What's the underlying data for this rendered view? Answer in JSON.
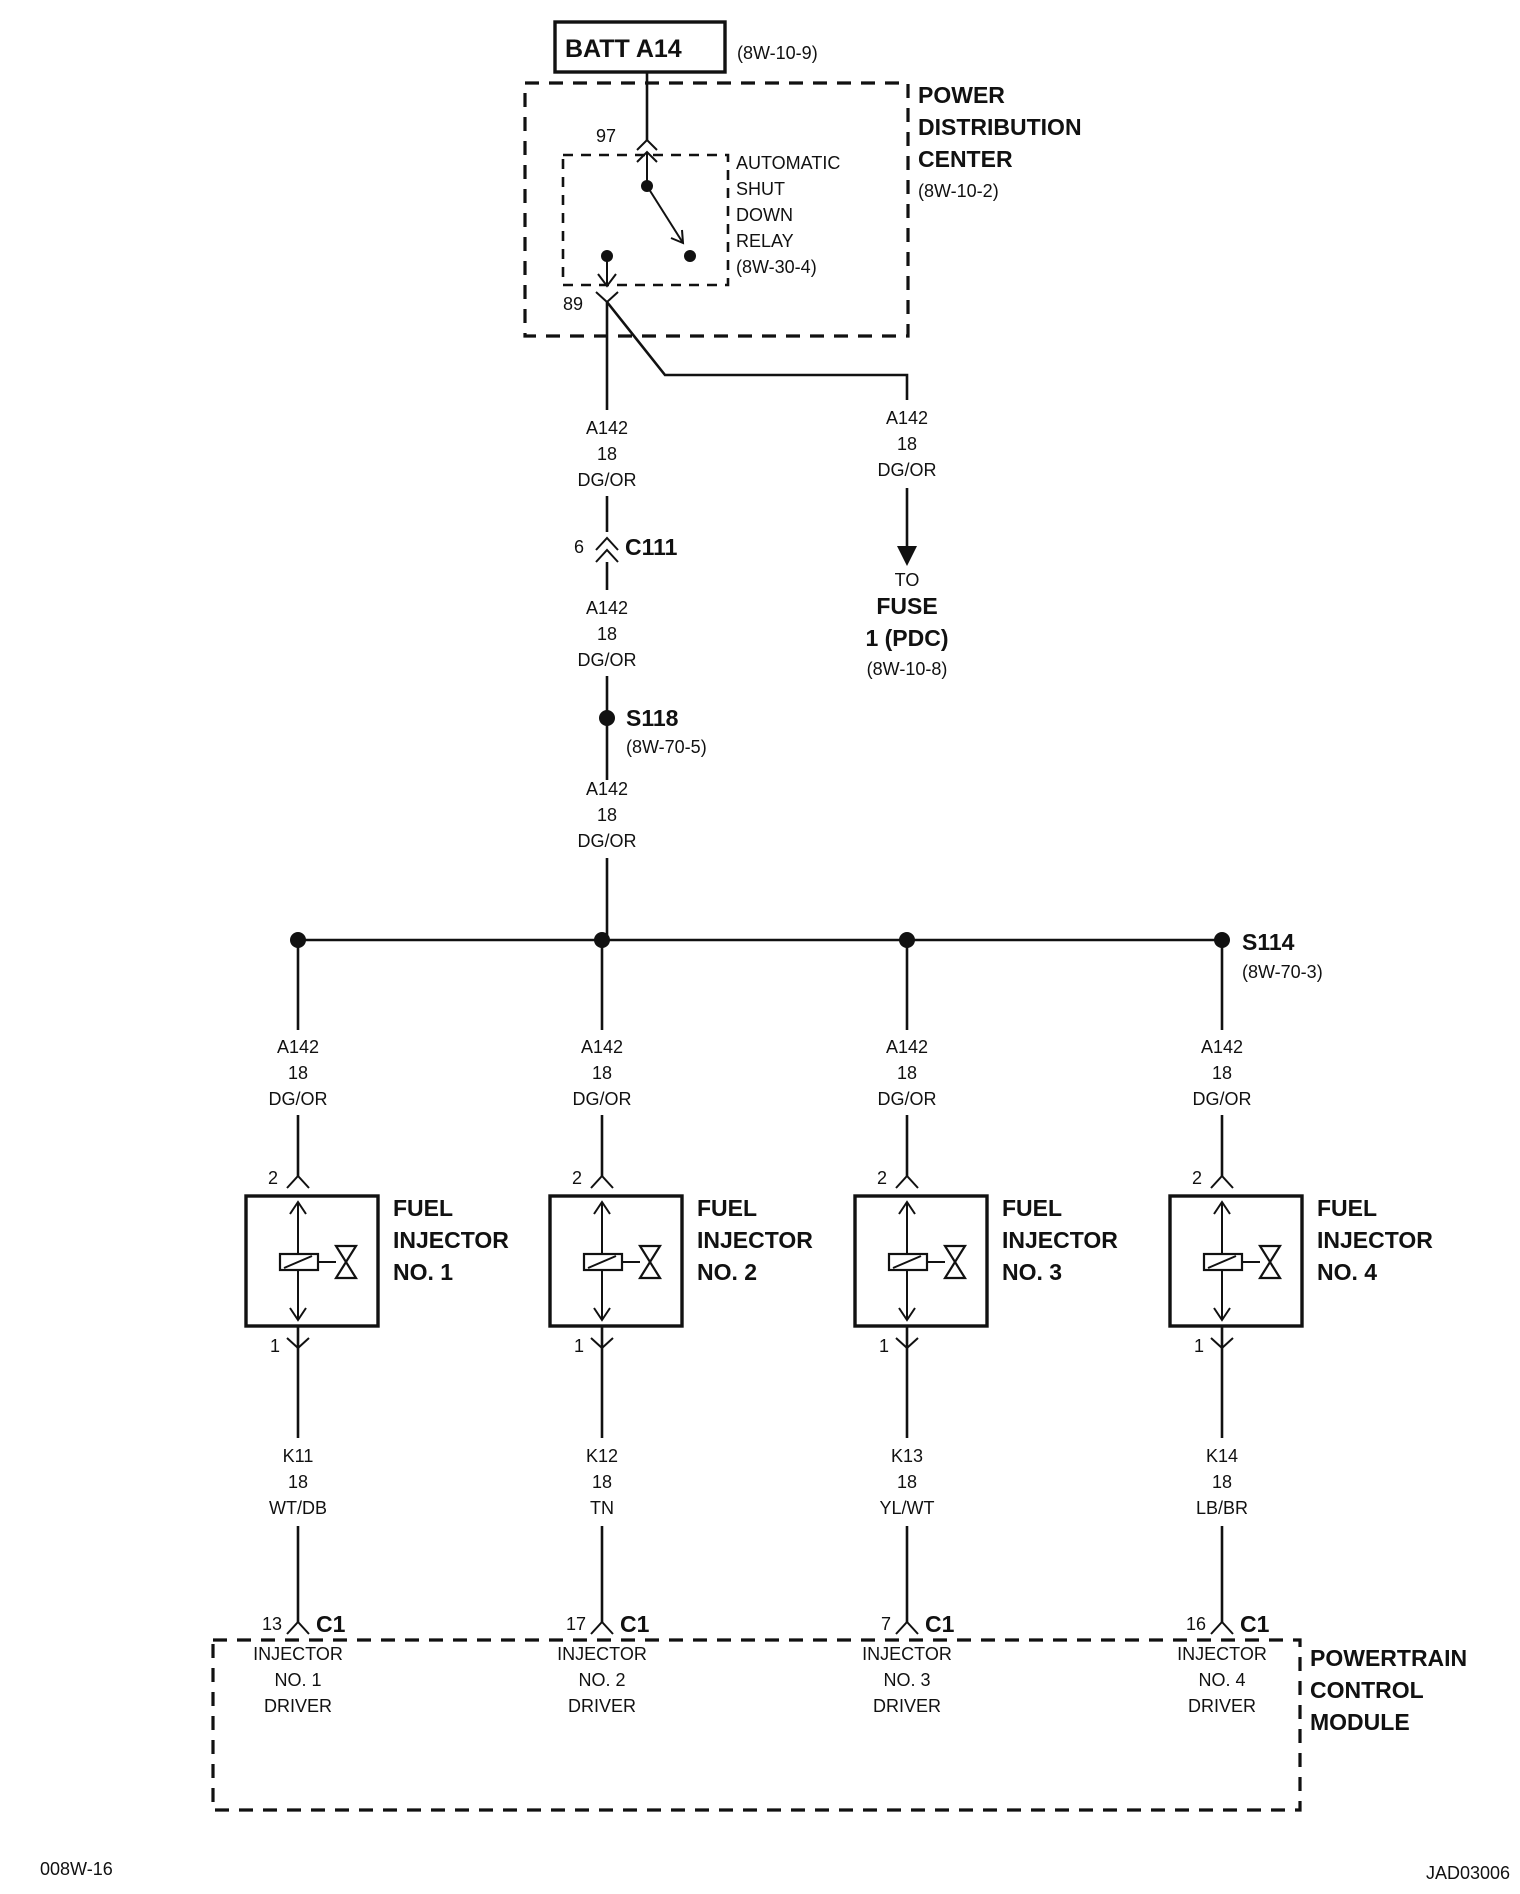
{
  "battery": {
    "label": "BATT A14",
    "ref": "(8W-10-9)"
  },
  "pdc": {
    "line1": "POWER",
    "line2": "DISTRIBUTION",
    "line3": "CENTER",
    "ref": "(8W-10-2)"
  },
  "asd_relay": {
    "line1": "AUTOMATIC",
    "line2": "SHUT",
    "line3": "DOWN",
    "line4": "RELAY",
    "ref": "(8W-30-4)",
    "pin_in": "97",
    "pin_out": "89"
  },
  "wire_a142": {
    "circuit": "A142",
    "gauge": "18",
    "color": "DG/OR"
  },
  "connector_c111": {
    "pin": "6",
    "name": "C111"
  },
  "splice_s118": {
    "name": "S118",
    "ref": "(8W-70-5)"
  },
  "splice_s114": {
    "name": "S114",
    "ref": "(8W-70-3)"
  },
  "fuse_dest": {
    "to": "TO",
    "fuse": "FUSE",
    "pdc": "1 (PDC)",
    "ref": "(8W-10-8)"
  },
  "injectors": [
    {
      "line1": "FUEL",
      "line2": "INJECTOR",
      "line3": "NO. 1",
      "pin_top": "2",
      "pin_bottom": "1",
      "out_circuit": "K11",
      "out_gauge": "18",
      "out_color": "WT/DB",
      "pcm_pin": "13",
      "pcm_conn": "C1",
      "drv1": "INJECTOR",
      "drv2": "NO. 1",
      "drv3": "DRIVER"
    },
    {
      "line1": "FUEL",
      "line2": "INJECTOR",
      "line3": "NO. 2",
      "pin_top": "2",
      "pin_bottom": "1",
      "out_circuit": "K12",
      "out_gauge": "18",
      "out_color": "TN",
      "pcm_pin": "17",
      "pcm_conn": "C1",
      "drv1": "INJECTOR",
      "drv2": "NO. 2",
      "drv3": "DRIVER"
    },
    {
      "line1": "FUEL",
      "line2": "INJECTOR",
      "line3": "NO. 3",
      "pin_top": "2",
      "pin_bottom": "1",
      "out_circuit": "K13",
      "out_gauge": "18",
      "out_color": "YL/WT",
      "pcm_pin": "7",
      "pcm_conn": "C1",
      "drv1": "INJECTOR",
      "drv2": "NO. 3",
      "drv3": "DRIVER"
    },
    {
      "line1": "FUEL",
      "line2": "INJECTOR",
      "line3": "NO. 4",
      "pin_top": "2",
      "pin_bottom": "1",
      "out_circuit": "K14",
      "out_gauge": "18",
      "out_color": "LB/BR",
      "pcm_pin": "16",
      "pcm_conn": "C1",
      "drv1": "INJECTOR",
      "drv2": "NO. 4",
      "drv3": "DRIVER"
    }
  ],
  "pcm": {
    "line1": "POWERTRAIN",
    "line2": "CONTROL",
    "line3": "MODULE"
  },
  "footer": {
    "left": "008W-16",
    "right": "JAD03006"
  }
}
